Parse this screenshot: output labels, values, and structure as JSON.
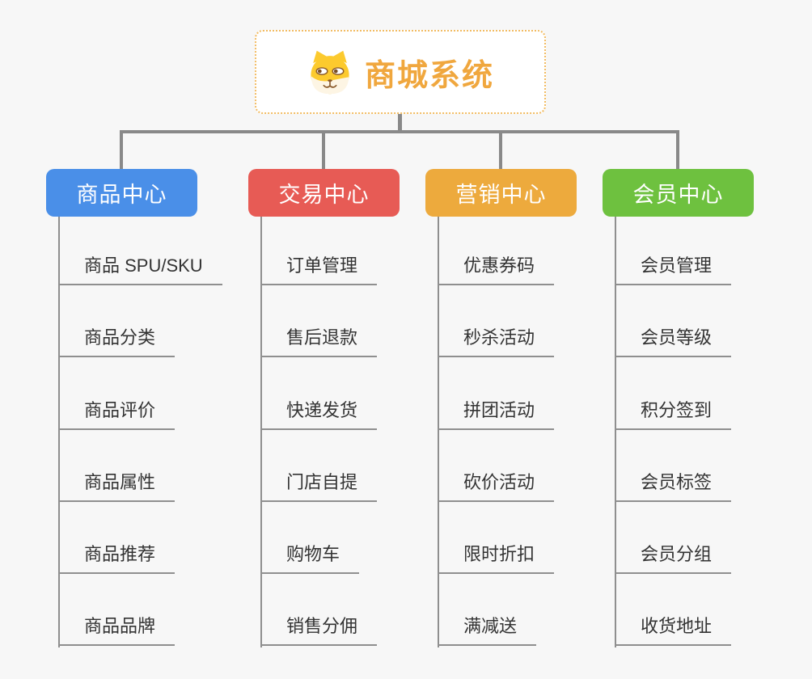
{
  "page": {
    "background": "#f7f7f7",
    "connector_color": "#898989"
  },
  "root": {
    "title": "商城系统",
    "icon": "shiba-dog-icon",
    "title_color": "#f0a73e",
    "border_color": "#f2bc63"
  },
  "branches": [
    {
      "label": "商品中心",
      "color": "#4a8fe8",
      "items": [
        "商品 SPU/SKU",
        "商品分类",
        "商品评价",
        "商品属性",
        "商品推荐",
        "商品品牌"
      ]
    },
    {
      "label": "交易中心",
      "color": "#e75b55",
      "items": [
        "订单管理",
        "售后退款",
        "快递发货",
        "门店自提",
        "购物车",
        "销售分佣"
      ]
    },
    {
      "label": "营销中心",
      "color": "#edaa3d",
      "items": [
        "优惠券码",
        "秒杀活动",
        "拼团活动",
        "砍价活动",
        "限时折扣",
        "满减送"
      ]
    },
    {
      "label": "会员中心",
      "color": "#6ec13f",
      "items": [
        "会员管理",
        "会员等级",
        "积分签到",
        "会员标签",
        "会员分组",
        "收货地址"
      ]
    }
  ]
}
